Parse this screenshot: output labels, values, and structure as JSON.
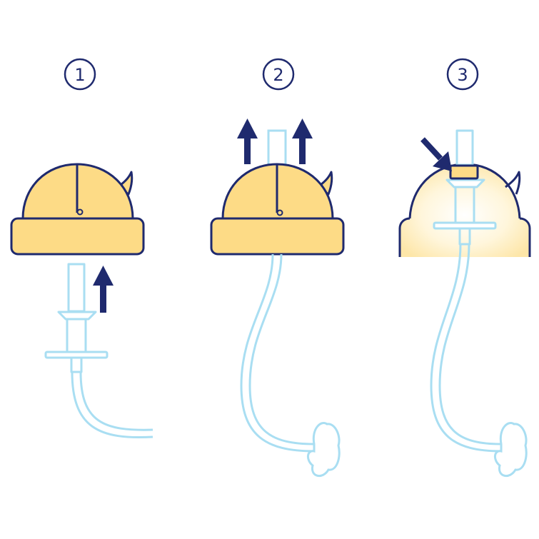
{
  "steps": [
    {
      "number": "1"
    },
    {
      "number": "2"
    },
    {
      "number": "3"
    }
  ],
  "colors": {
    "outline": "#1f2a6e",
    "arrow": "#1f2a6e",
    "cap_fill": "#fddb86",
    "tube": "#a9def2",
    "background": "#ffffff"
  }
}
